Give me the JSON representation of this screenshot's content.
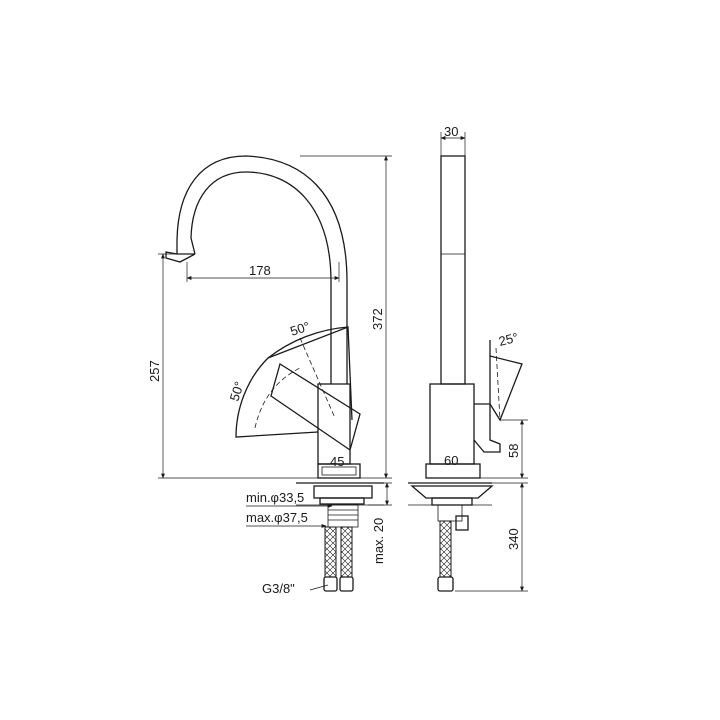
{
  "front_view": {
    "dim_width_spout": "178",
    "dim_height_outlet": "257",
    "dim_total_height": "372",
    "angle_top": "50°",
    "angle_left": "50°",
    "dim_body_width": "45"
  },
  "installation": {
    "hole_min": "min.φ33,5",
    "hole_max": "max.φ37,5",
    "deck_thickness": "max. 20",
    "connection": "G3/8\""
  },
  "side_view": {
    "dim_spout_width": "30",
    "angle_lever": "25°",
    "dim_body_depth": "60",
    "dim_lever_height": "58",
    "dim_hose_length": "340"
  }
}
